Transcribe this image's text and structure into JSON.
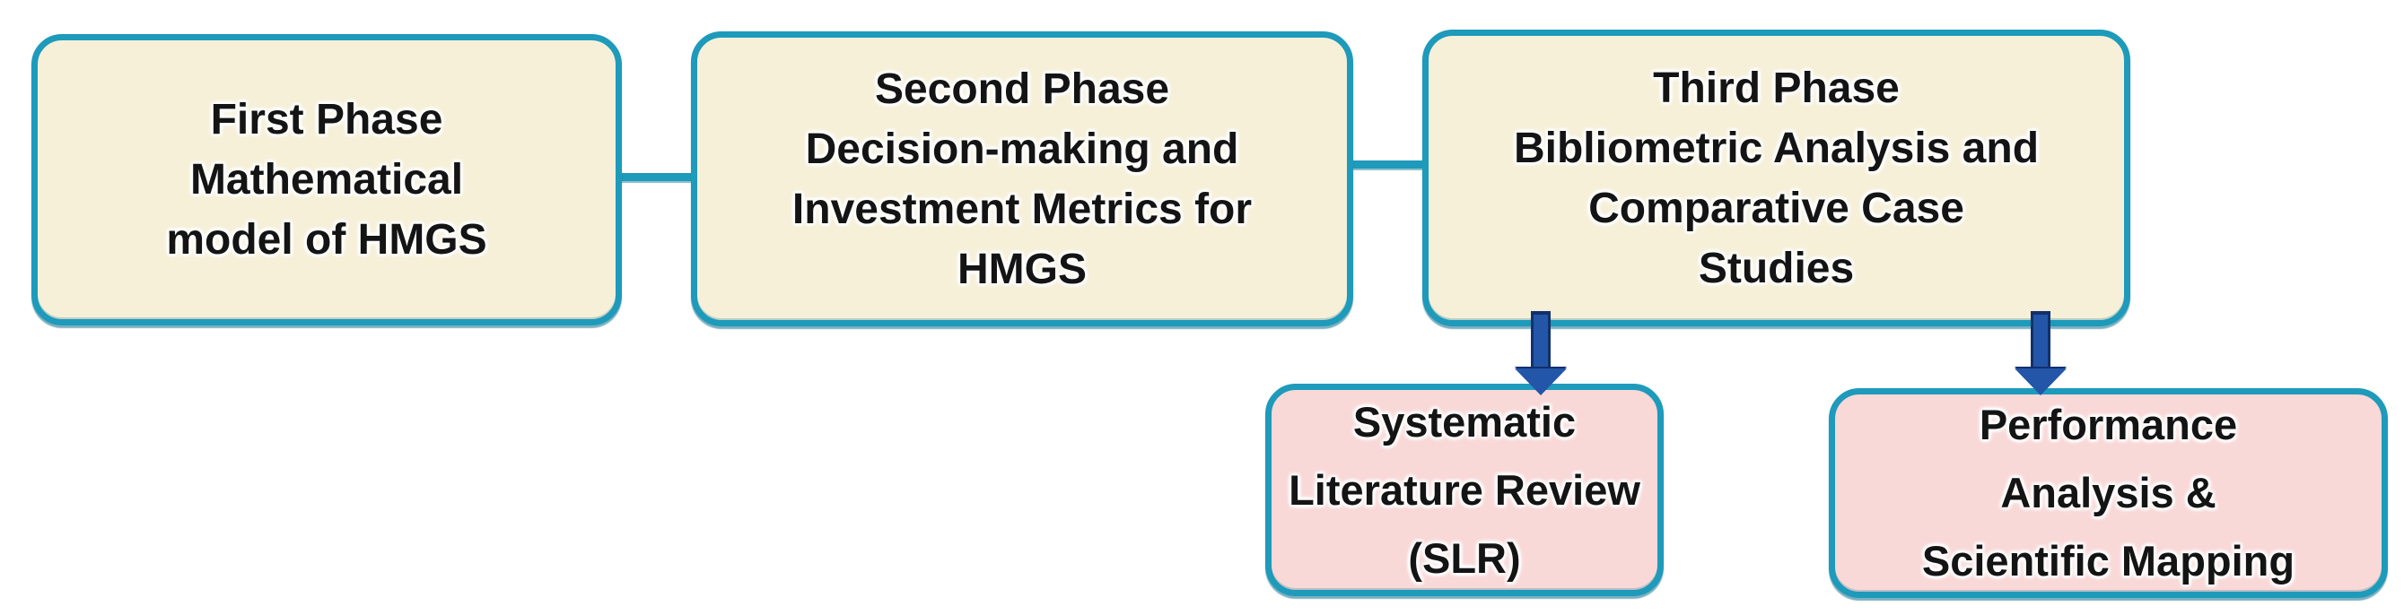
{
  "diagram": {
    "description": "Research methodology flowchart with three phases and two bibliometric outputs",
    "phases": [
      {
        "id": "first-phase",
        "lines": [
          "First Phase",
          "Mathematical",
          "model of HMGS"
        ]
      },
      {
        "id": "second-phase",
        "lines": [
          "Second Phase",
          "Decision-making and",
          "Investment Metrics for",
          "HMGS"
        ]
      },
      {
        "id": "third-phase",
        "lines": [
          "Third Phase",
          "Bibliometric Analysis and",
          "Comparative Case",
          "Studies"
        ]
      }
    ],
    "outputs": [
      {
        "id": "systematic-literature-review",
        "lines": [
          "Systematic",
          "Literature Review",
          "(SLR)"
        ]
      },
      {
        "id": "performance-analysis",
        "lines": [
          "Performance",
          "Analysis &",
          "Scientific Mapping"
        ]
      }
    ],
    "connectors": [
      {
        "from": "first-phase",
        "to": "second-phase",
        "type": "horizontal-line"
      },
      {
        "from": "second-phase",
        "to": "third-phase",
        "type": "horizontal-line"
      },
      {
        "from": "third-phase",
        "to": "systematic-literature-review",
        "type": "down-arrow"
      },
      {
        "from": "third-phase",
        "to": "performance-analysis",
        "type": "down-arrow"
      }
    ],
    "colors": {
      "box_border": "#1E9ABB",
      "phase_fill": "#F6F0D9",
      "output_fill": "#F9D8D8",
      "arrow_color": "#2356A8",
      "arrow_edge": "#12306B",
      "text_color": "#141414"
    }
  }
}
